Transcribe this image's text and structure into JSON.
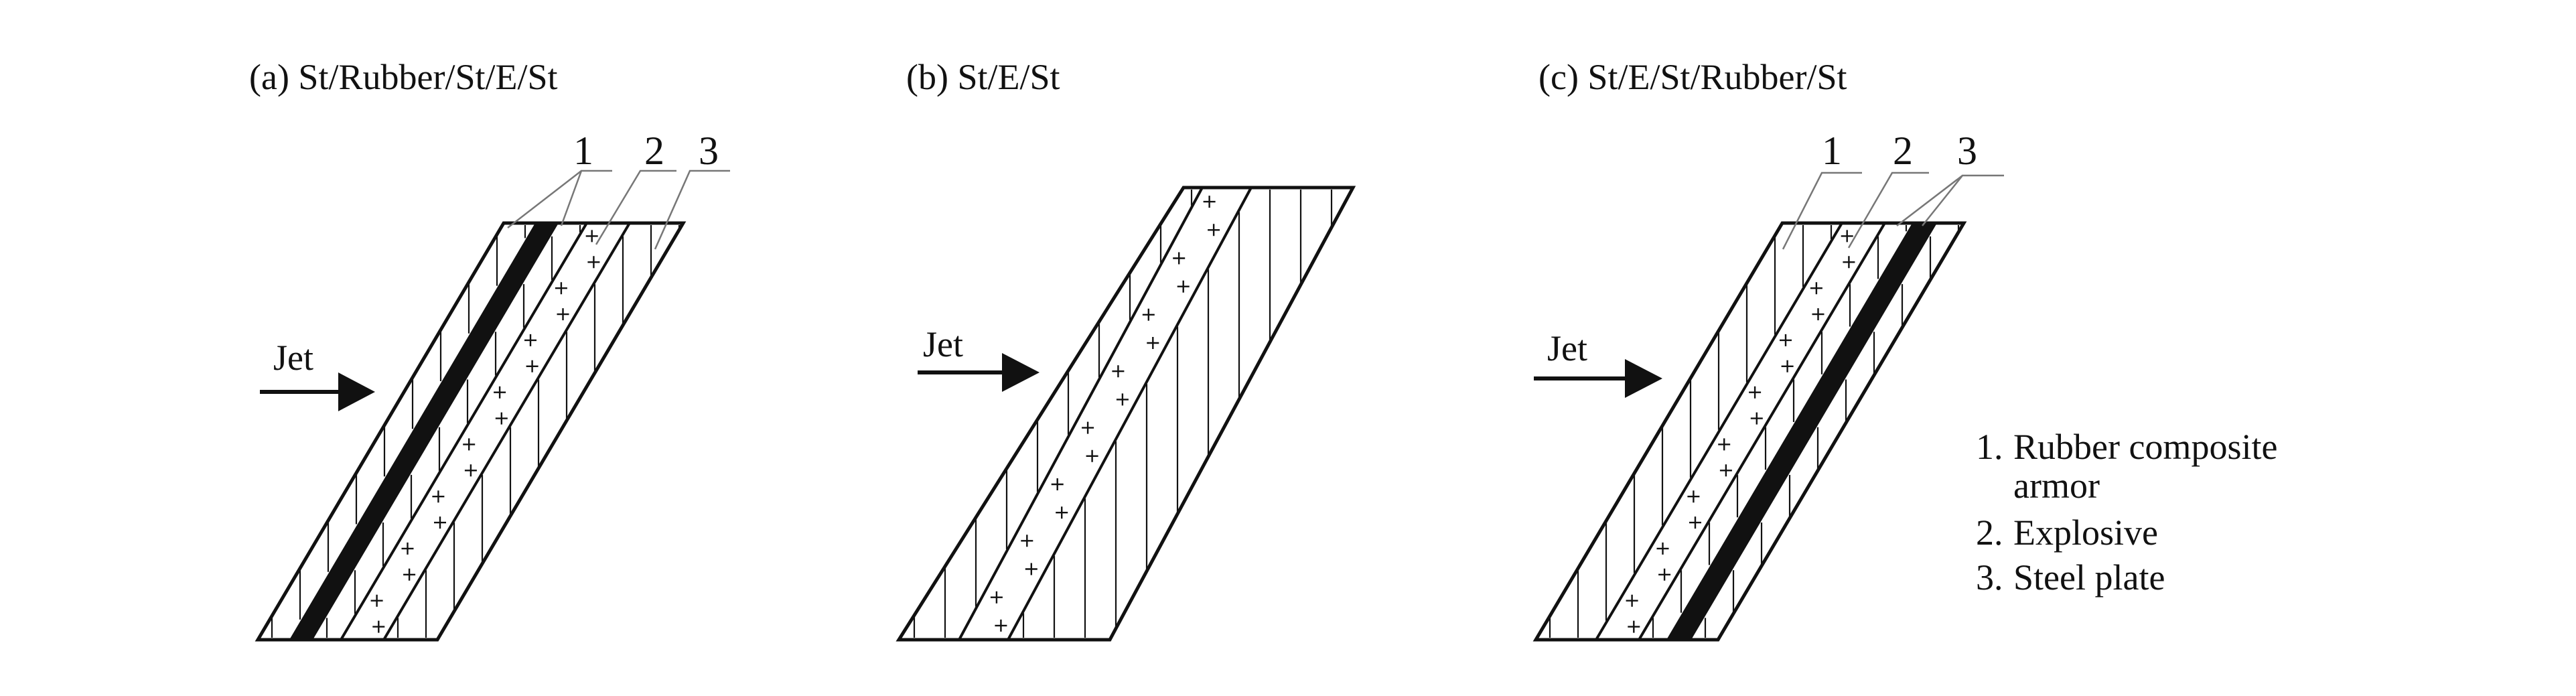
{
  "panels": [
    {
      "id": "a",
      "title": "(a) St/Rubber/St/E/St",
      "callouts": [
        "1",
        "2",
        "3"
      ],
      "jet_label": "Jet"
    },
    {
      "id": "b",
      "title": "(b) St/E/St",
      "callouts": [],
      "jet_label": "Jet"
    },
    {
      "id": "c",
      "title": "(c) St/E/St/Rubber/St",
      "callouts": [
        "1",
        "2",
        "3"
      ],
      "jet_label": "Jet"
    }
  ],
  "legend": {
    "items": [
      {
        "number": "1.",
        "lines": [
          "Rubber composite",
          "armor"
        ]
      },
      {
        "number": "2.",
        "lines": [
          "Explosive"
        ]
      },
      {
        "number": "3.",
        "lines": [
          "Steel plate"
        ]
      }
    ]
  },
  "colors": {
    "ink": "#111111",
    "leader": "#777777",
    "background": "#ffffff"
  }
}
